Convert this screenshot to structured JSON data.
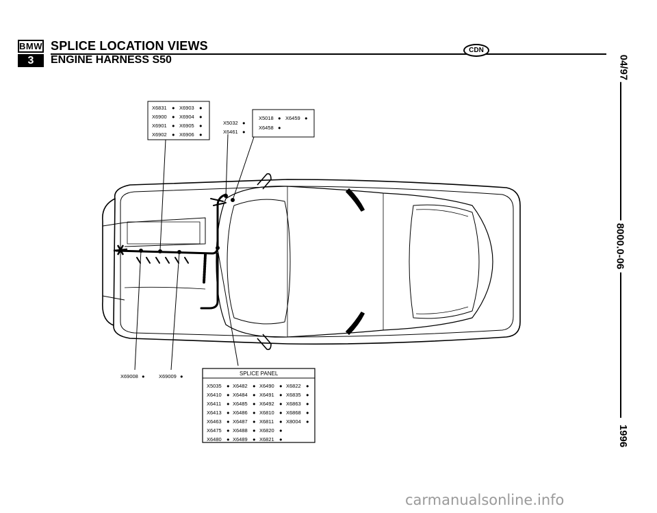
{
  "header": {
    "badge_top": "BMW",
    "badge_series": "3",
    "title": "SPLICE LOCATION VIEWS",
    "subtitle": "ENGINE HARNESS S50",
    "region_badge": "CDN"
  },
  "side_text": {
    "date": "04/97",
    "doc_number": "8000.0-06",
    "year": "1996"
  },
  "callouts": {
    "box_left": [
      "X6831",
      "X6903",
      "X6900",
      "X6904",
      "X6901",
      "X6905",
      "X6902",
      "X6906"
    ],
    "mid_group": [
      "X5032",
      "X6461"
    ],
    "box_right": [
      "X5018",
      "X6459",
      "X6458"
    ],
    "bottom_left": [
      "X69008",
      "X69009"
    ]
  },
  "splice_panel": {
    "title": "SPLICE PANEL",
    "rows": [
      [
        "X5035",
        "X6482",
        "X6490",
        "X6822"
      ],
      [
        "X6410",
        "X6484",
        "X6491",
        "X6835"
      ],
      [
        "X6411",
        "X6485",
        "X6492",
        "X6863"
      ],
      [
        "X6413",
        "X6486",
        "X6810",
        "X6868"
      ],
      [
        "X6463",
        "X6487",
        "X6811",
        "X8004"
      ],
      [
        "X6475",
        "X6488",
        "X6820",
        ""
      ],
      [
        "X6480",
        "X6489",
        "X6821",
        ""
      ]
    ]
  },
  "watermark": "carmanualsonline.info"
}
